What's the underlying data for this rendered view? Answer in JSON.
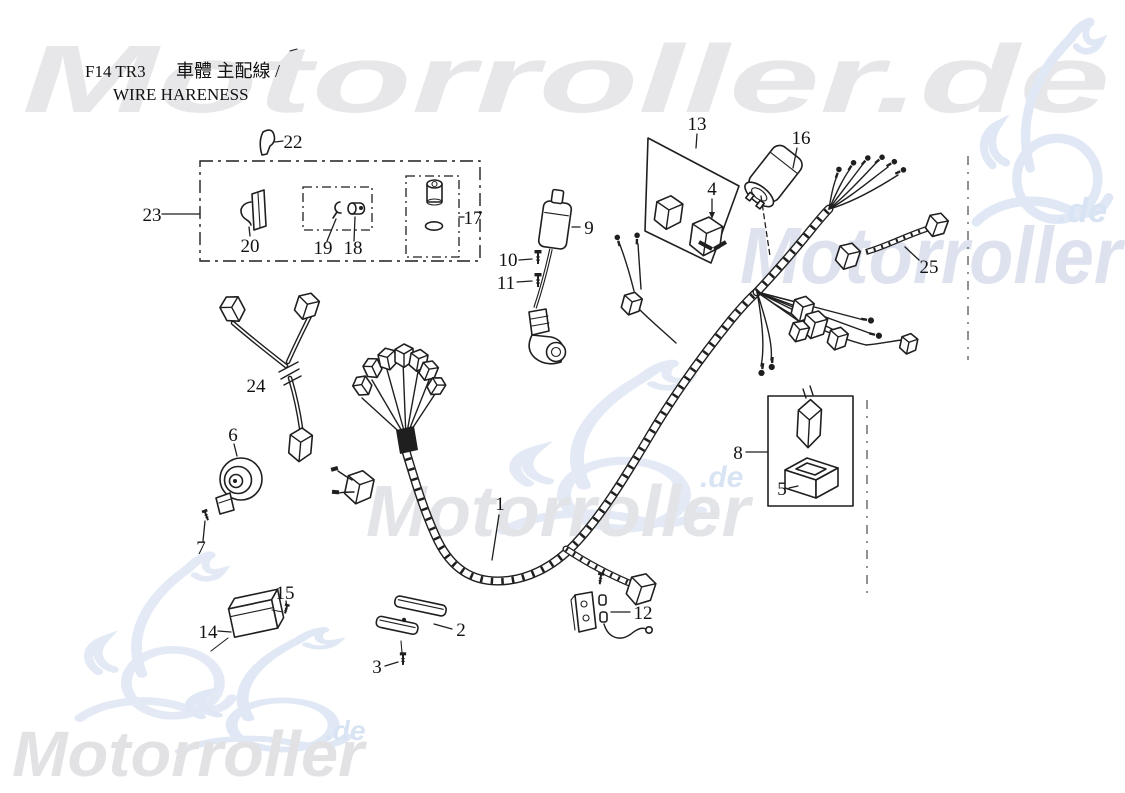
{
  "title": {
    "code": "F14 TR3",
    "cjk": "車體 主配線 /",
    "en": "WIRE HARENESS"
  },
  "watermark": {
    "brand_full": "Motorroller.de",
    "brand": "Motorroller",
    "suffix": ".de"
  },
  "colors": {
    "ink": "#1f1f1f",
    "paper": "#ffffff",
    "watermark_grey": "#e5e5e8",
    "watermark_blue": "#dfe7f5",
    "watermark_blue_text": "#d8e3f3"
  },
  "part_labels": {
    "p1": "1",
    "p2": "2",
    "p3": "3",
    "p4": "4",
    "p5": "5",
    "p6": "6",
    "p7": "7",
    "p8": "8",
    "p9": "9",
    "p10": "10",
    "p11": "11",
    "p12": "12",
    "p13": "13",
    "p14": "14",
    "p15": "15",
    "p16": "16",
    "p17": "17",
    "p18": "18",
    "p19": "19",
    "p20": "20",
    "p22": "22",
    "p23": "23",
    "p24": "24",
    "p25": "25"
  }
}
